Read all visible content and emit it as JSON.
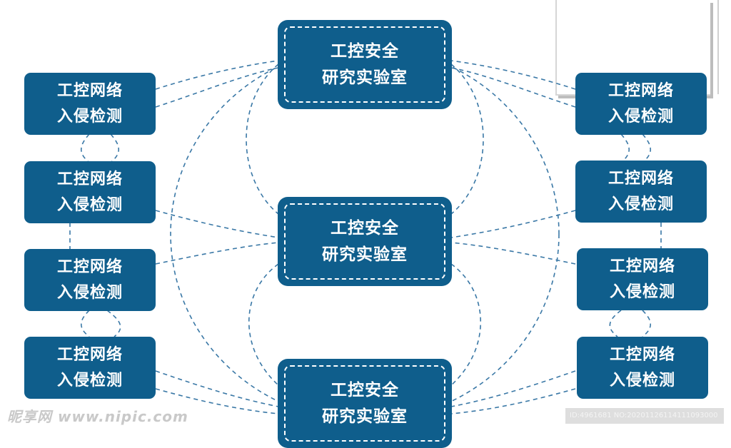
{
  "colors": {
    "node_fill": "#0f5e8c",
    "connector": "#3a78a6",
    "text": "#ffffff"
  },
  "center_nodes": [
    {
      "line1": "工控安全",
      "line2": "研究实验室"
    },
    {
      "line1": "工控安全",
      "line2": "研究实验室"
    },
    {
      "line1": "工控安全",
      "line2": "研究实验室"
    }
  ],
  "left_nodes": [
    {
      "line1": "工控网络",
      "line2": "入侵检测"
    },
    {
      "line1": "工控网络",
      "line2": "入侵检测"
    },
    {
      "line1": "工控网络",
      "line2": "入侵检测"
    },
    {
      "line1": "工控网络",
      "line2": "入侵检测"
    }
  ],
  "right_nodes": [
    {
      "line1": "工控网络",
      "line2": "入侵检测"
    },
    {
      "line1": "工控网络",
      "line2": "入侵检测"
    },
    {
      "line1": "工控网络",
      "line2": "入侵检测"
    },
    {
      "line1": "工控网络",
      "line2": "入侵检测"
    }
  ],
  "watermark": {
    "text": "昵享网 www.nipic.com"
  },
  "image_id": {
    "text": "ID:4961681 NO:20201126114111093000"
  }
}
